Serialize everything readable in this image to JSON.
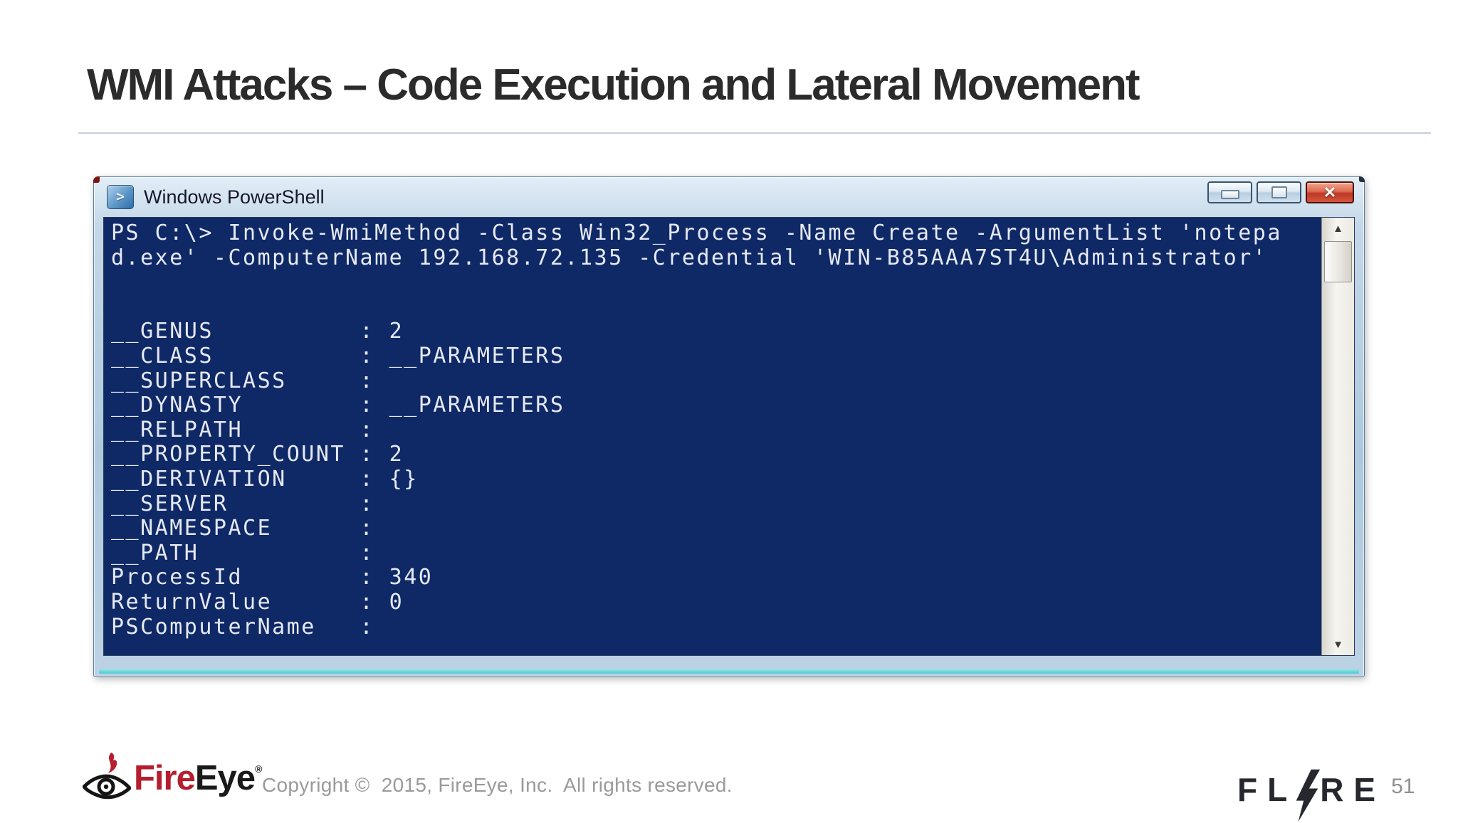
{
  "slide": {
    "title": "WMI Attacks – Code Execution and Lateral Movement"
  },
  "window": {
    "title": "Windows PowerShell"
  },
  "console": {
    "lines": [
      "PS C:\\> Invoke-WmiMethod -Class Win32_Process -Name Create -ArgumentList 'notepa",
      "d.exe' -ComputerName 192.168.72.135 -Credential 'WIN-B85AAA7ST4U\\Administrator'",
      "",
      "",
      "__GENUS          : 2",
      "__CLASS          : __PARAMETERS",
      "__SUPERCLASS     :",
      "__DYNASTY        : __PARAMETERS",
      "__RELPATH        :",
      "__PROPERTY_COUNT : 2",
      "__DERIVATION     : {}",
      "__SERVER         :",
      "__NAMESPACE      :",
      "__PATH           :",
      "ProcessId        : 340",
      "ReturnValue      : 0",
      "PSComputerName   :"
    ]
  },
  "icons": {
    "powershell_prompt": ">",
    "close": "✕",
    "scroll_up": "▲",
    "scroll_down": "▼"
  },
  "footer": {
    "logo_fire": "Fire",
    "logo_eye": "Eye",
    "registered_mark": "®",
    "copyright": "Copyright ©  2015, FireEye, Inc.  All rights reserved.",
    "flare_left": "FL",
    "flare_right": "RE",
    "page_number": "51"
  },
  "colors": {
    "console_background": "#0e2966",
    "console_text": "#e6e8f2",
    "close_button_red": "#bf3827",
    "fireeye_red": "#b51e2e",
    "window_accent_cyan": "#4fc9cd"
  }
}
